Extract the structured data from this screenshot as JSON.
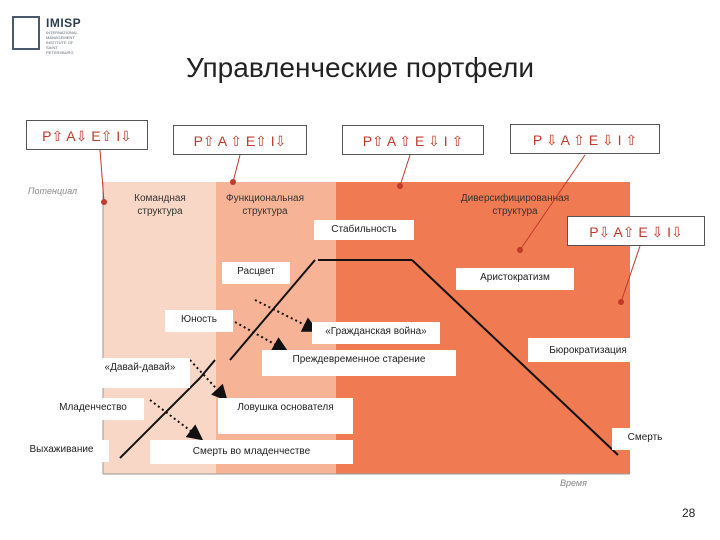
{
  "logo": {
    "name": "IMISP",
    "subtitle": "INTERNATIONAL MANAGEMENT INSTITUTE OF SAINT PETERSBURG"
  },
  "title": "Управленческие портфели",
  "headers": [
    "P⇧ A⇩ E⇧ I⇩",
    "P⇧ A ⇧ E⇧ I⇩",
    "P⇧ A ⇧ E ⇩ I ⇧",
    "P ⇩ A ⇧ E ⇩ I ⇧",
    "P⇩ A⇧ E ⇩ I⇩"
  ],
  "axis": {
    "y_label": "Потенциал",
    "x_label": "Время"
  },
  "structures": {
    "command": "Командная\nструктура",
    "functional": "Функциональная\nструктура",
    "diversified": "Диверсифицированная\nструктура"
  },
  "stages": {
    "vyhazhivanie": "Выхаживание",
    "mladenchestvo": "Младенчество",
    "davai": "«Давай-давай»",
    "yunost": "Юность",
    "rascvet": "Расцвет",
    "stabilnost": "Стабильность",
    "aristokratizm": "Аристократизм",
    "byurokratizaciya": "Бюрократизация",
    "smert": "Смерть"
  },
  "traps": {
    "smert_mladenchestve": "Смерть во младенчестве",
    "lovushka": "Ловушка основателя",
    "prezhdevremennoe": "Преждевременное старение",
    "grazhdanskaya": "«Гражданская война»"
  },
  "page_number": "28",
  "colors": {
    "zone1": "#f9d7c7",
    "zone2": "#f7b395",
    "zone3": "#f07a52",
    "arrow": "#c0392b"
  }
}
